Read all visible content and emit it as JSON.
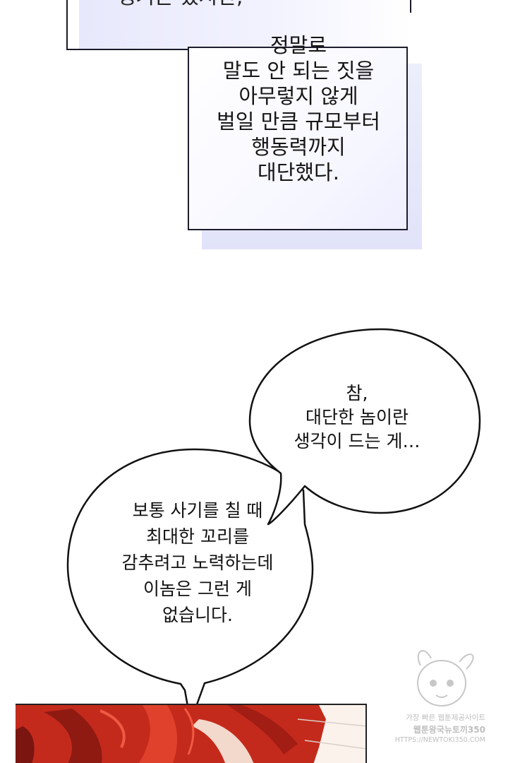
{
  "top_caption": {
    "text": "생기는 했지만,"
  },
  "narration": {
    "lines": [
      "정말로",
      "말도 안 되는 짓을",
      "아무렇지 않게",
      "벌일 만큼 규모부터",
      "행동력까지",
      "대단했다."
    ]
  },
  "bubble_1": {
    "lines": [
      "참,",
      "대단한 놈이란",
      "생각이 드는 게…"
    ]
  },
  "bubble_2": {
    "lines": [
      "보통 사기를 칠 때",
      "최대한 꼬리를",
      "감추려고 노력하는데",
      "이놈은 그런 게",
      "없습니다."
    ]
  },
  "watermark": {
    "lines": [
      "가장 빠른 웹툰제공사이트",
      "웹툰왕국뉴토끼350",
      "HTTPS://NEWTOKI350.COM"
    ]
  },
  "colors": {
    "narration_bg": "#eeeeff",
    "hair": "#c42a1c",
    "ink": "#111111"
  }
}
